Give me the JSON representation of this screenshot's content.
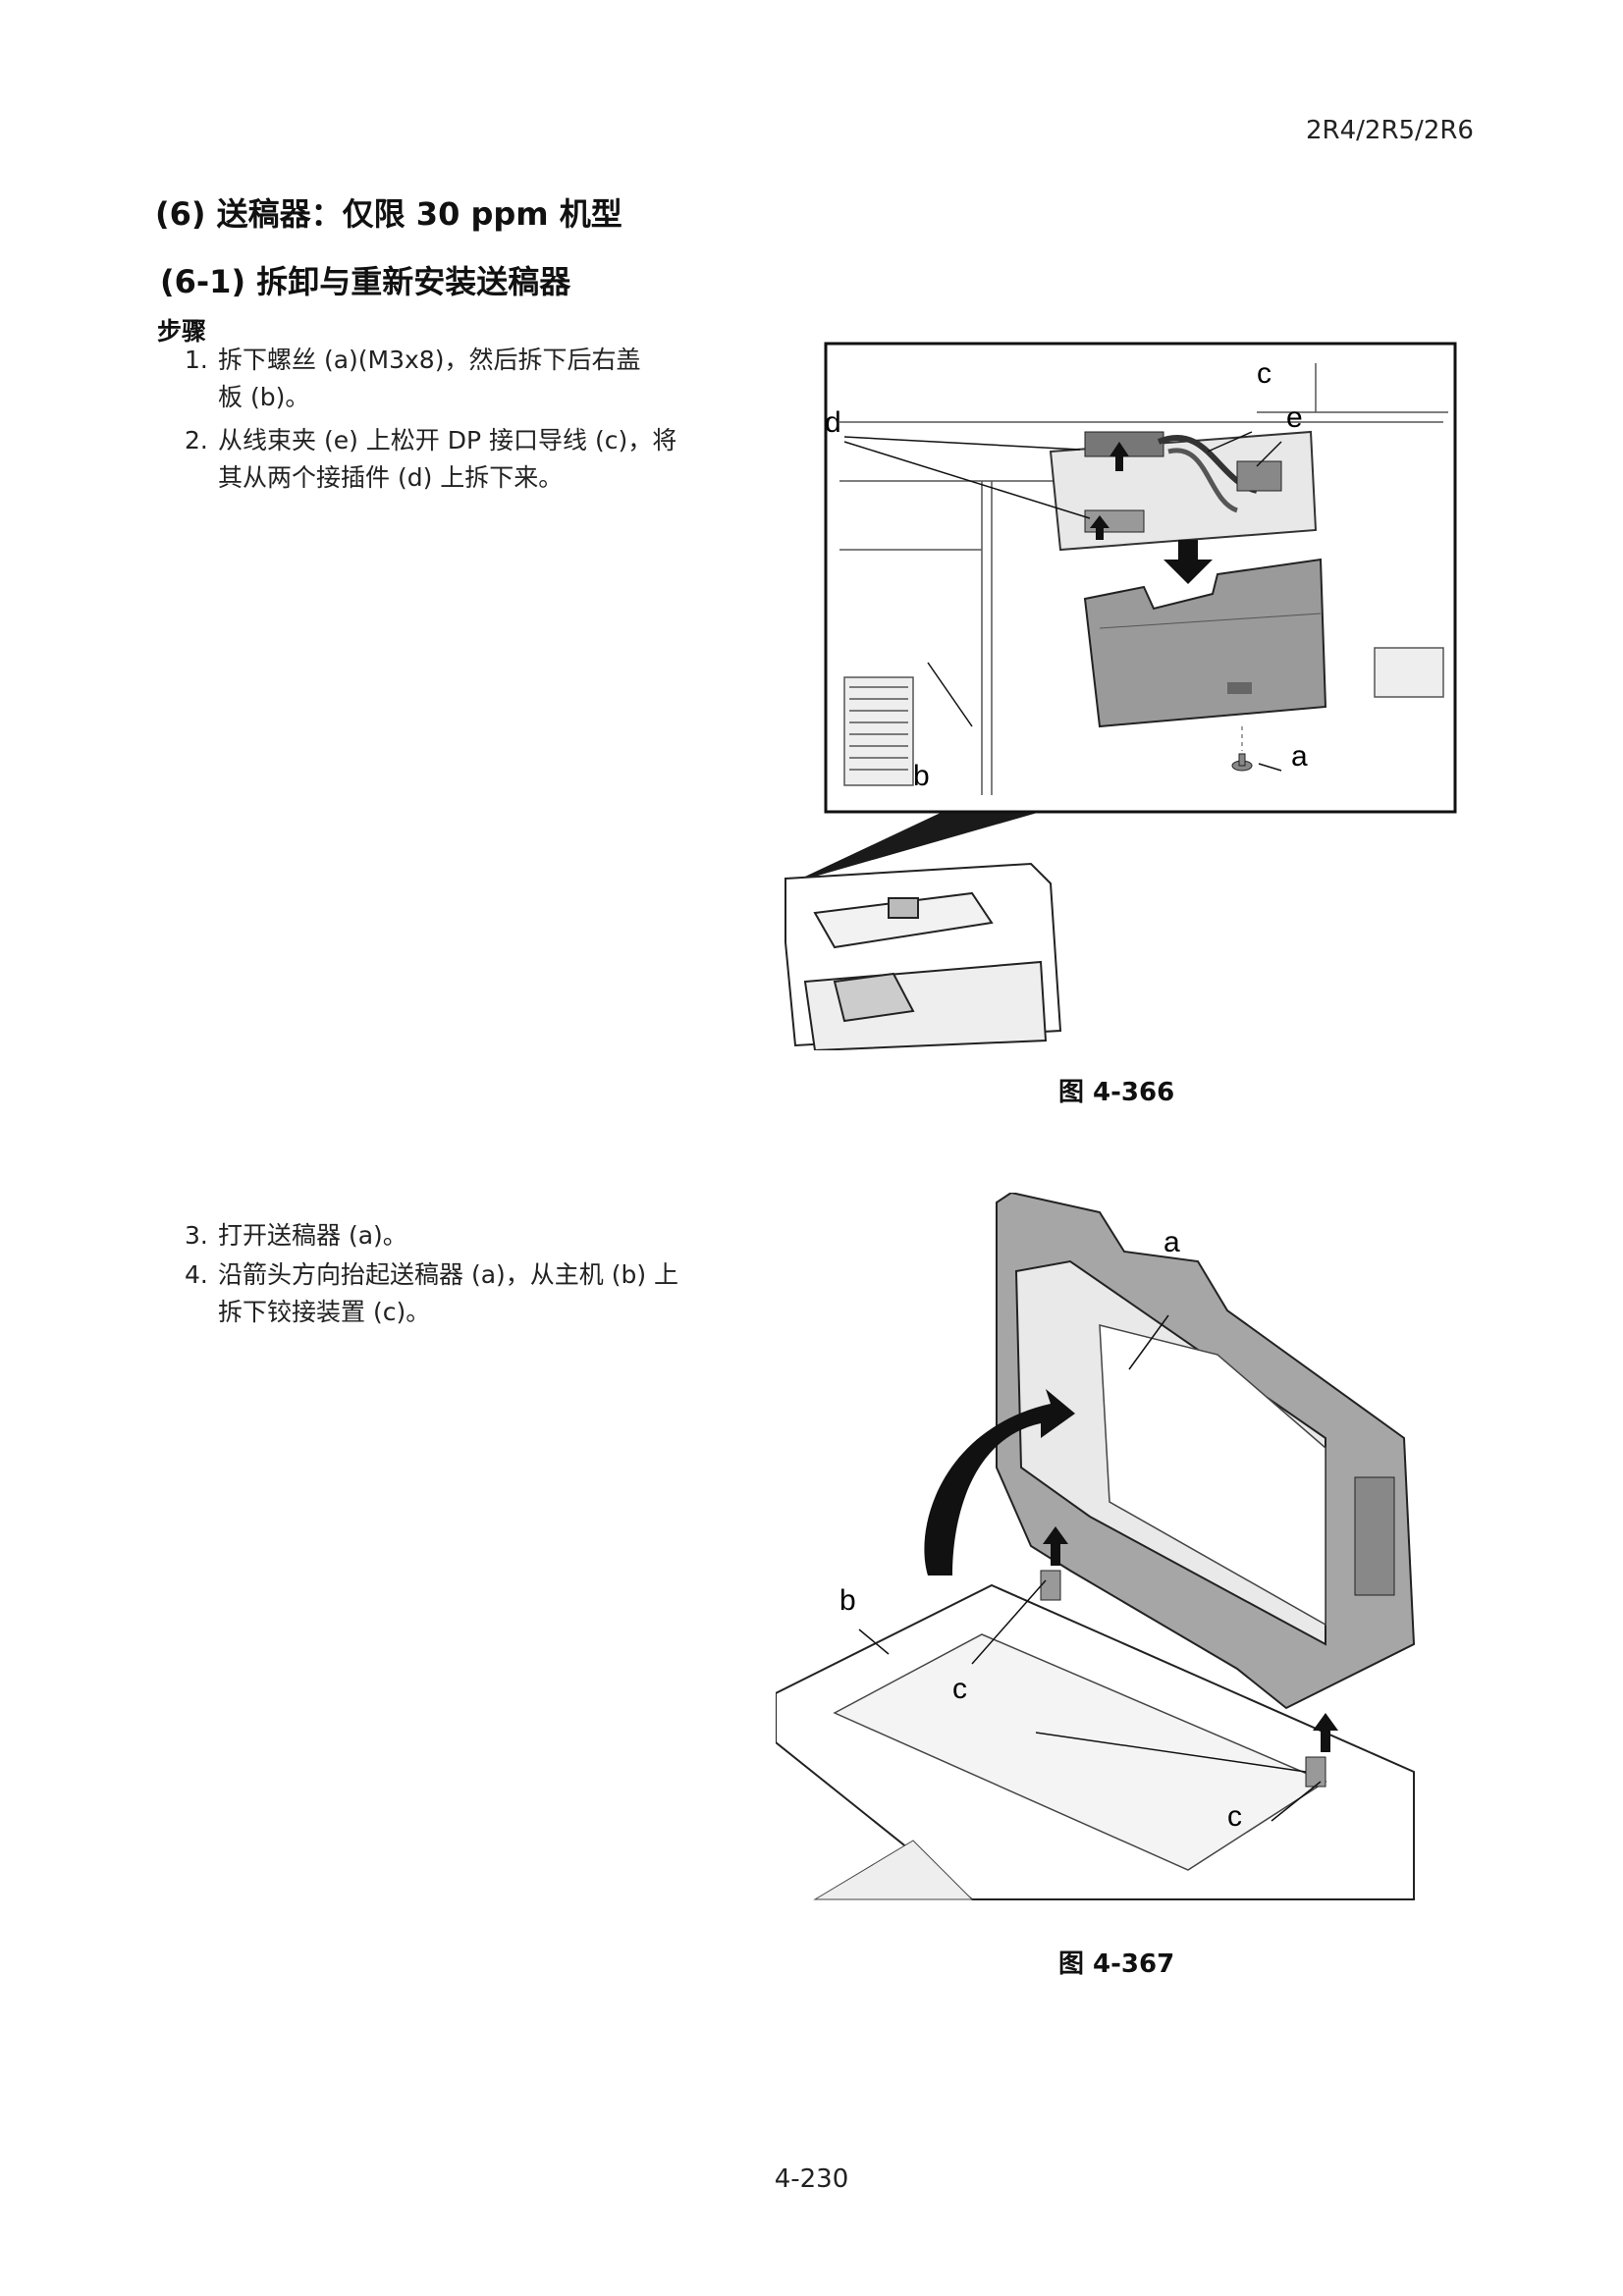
{
  "header": {
    "doc_code": "2R4/2R5/2R6"
  },
  "section": {
    "title": "(6) 送稿器：仅限 30 ppm 机型",
    "subsection_title": "(6-1) 拆卸与重新安装送稿器",
    "steps_heading": "步骤"
  },
  "steps": [
    {
      "num": "1.",
      "text": "拆下螺丝 (a)(M3x8)，然后拆下后右盖\n板 (b)。"
    },
    {
      "num": "2.",
      "text": "从线束夹 (e) 上松开 DP 接口导线 (c)，将\n其从两个接插件 (d) 上拆下来。"
    },
    {
      "num": "3.",
      "text": "打开送稿器 (a)。"
    },
    {
      "num": "4.",
      "text": "沿箭头方向抬起送稿器 (a)，从主机 (b) 上\n拆下铰接装置 (c)。"
    }
  ],
  "figures": [
    {
      "caption": "图 4-366",
      "labels": {
        "a": "a",
        "b": "b",
        "c": "c",
        "d": "d",
        "e": "e"
      }
    },
    {
      "caption": "图 4-367",
      "labels": {
        "a": "a",
        "b": "b",
        "c1": "c",
        "c2": "c"
      }
    }
  ],
  "footer": {
    "page_number": "4-230"
  }
}
